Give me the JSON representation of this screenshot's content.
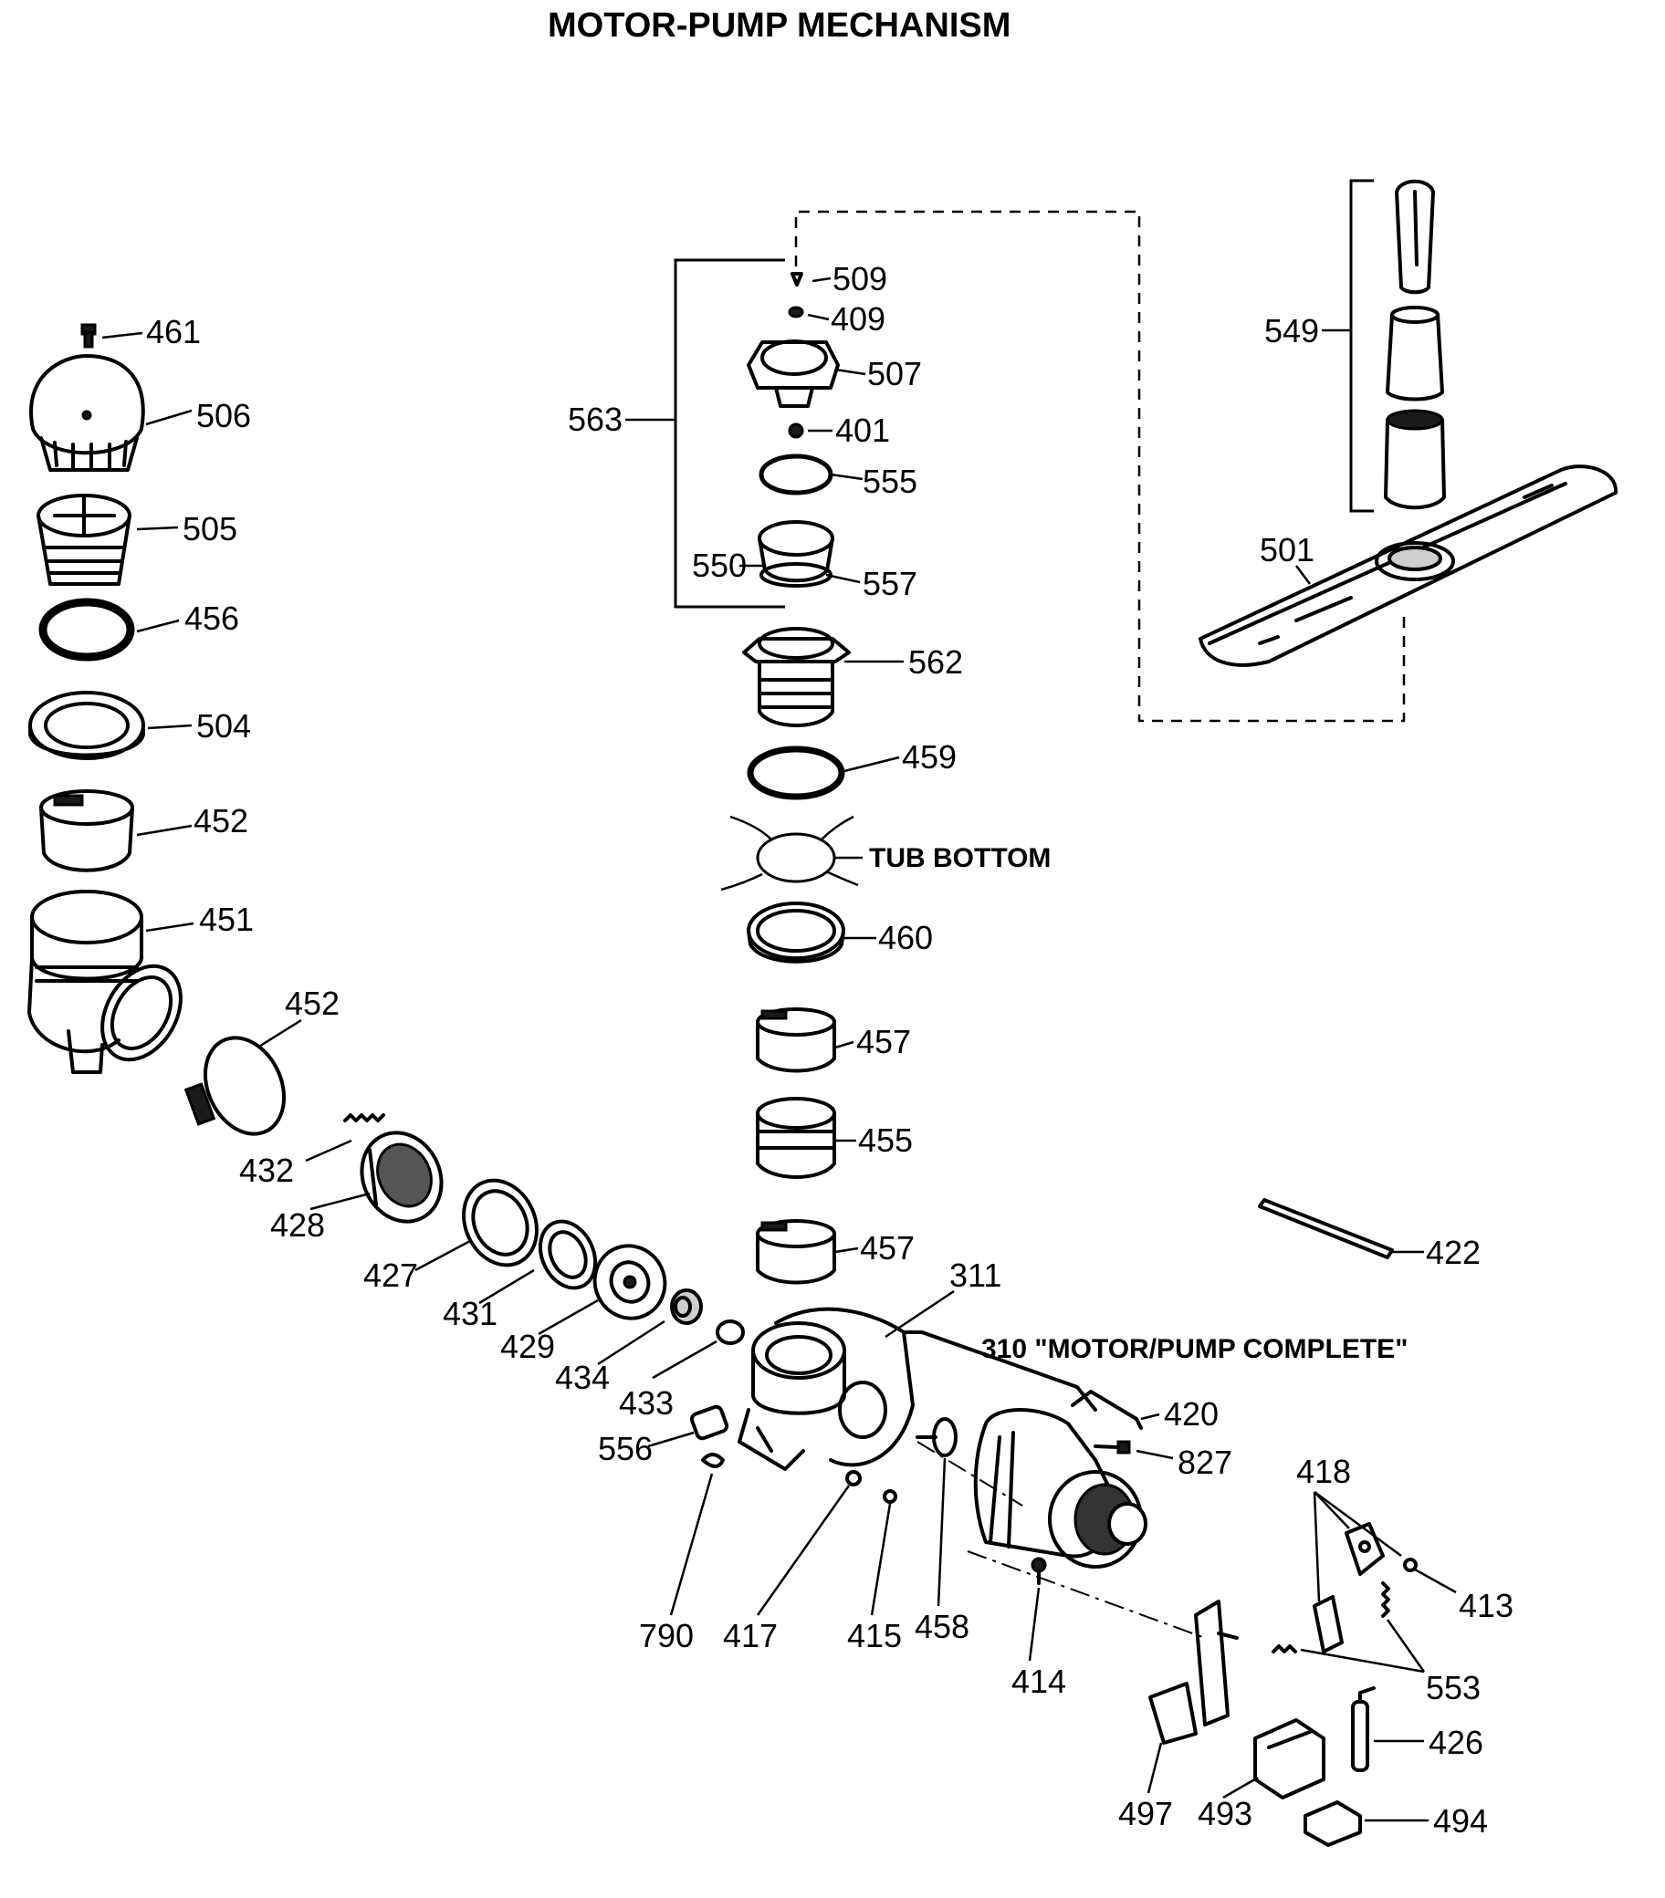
{
  "title": "MOTOR-PUMP MECHANISM",
  "annotations": {
    "tub_bottom": "TUB BOTTOM",
    "motor_pump_complete": "310 \"MOTOR/PUMP COMPLETE\""
  },
  "part_labels": [
    "461",
    "506",
    "505",
    "456",
    "504",
    "452",
    "451",
    "452",
    "432",
    "428",
    "427",
    "431",
    "429",
    "434",
    "433",
    "556",
    "790",
    "417",
    "415",
    "458",
    "414",
    "311",
    "420",
    "827",
    "418",
    "413",
    "553",
    "426",
    "497",
    "493",
    "494",
    "422",
    "563",
    "509",
    "409",
    "507",
    "401",
    "555",
    "550",
    "557",
    "562",
    "459",
    "460",
    "457",
    "455",
    "457",
    "549",
    "501"
  ]
}
